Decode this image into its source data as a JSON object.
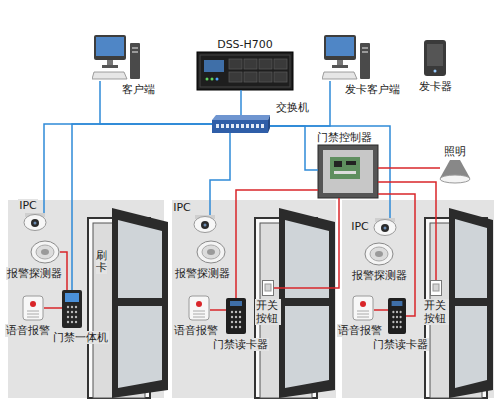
{
  "diagram": {
    "nodes": [
      {
        "text": [
          "DSS-H700"
        ]
      },
      {
        "text": [
          "客户端"
        ]
      },
      {
        "text": [
          "发卡客户端"
        ]
      },
      {
        "text": [
          "发卡器"
        ]
      },
      {
        "text": [
          "交换机"
        ]
      },
      {
        "text": [
          "门禁控制器"
        ]
      },
      {
        "text": [
          "照明"
        ]
      },
      {
        "text": [
          "IPC"
        ]
      },
      {
        "text": [
          "报警探测器"
        ]
      },
      {
        "text": [
          "门禁一体机"
        ]
      },
      {
        "text": [
          "语音报警"
        ]
      },
      {
        "text": [
          "IPC"
        ]
      },
      {
        "text": [
          "报警探测器"
        ]
      },
      {
        "text": [
          "语音报警"
        ]
      },
      {
        "text": [
          "门禁读卡器"
        ]
      },
      {
        "text": [
          "开关按钮"
        ]
      },
      {
        "text": [
          "IPC"
        ]
      },
      {
        "text": [
          "报警探测器"
        ]
      },
      {
        "text": [
          "语音报警"
        ]
      },
      {
        "text": [
          "门禁读卡器"
        ]
      },
      {
        "text": [
          "开关按钮"
        ]
      }
    ],
    "edges": [
      {
        "from": 4,
        "to": 0,
        "arrow": "none"
      },
      {
        "from": 4,
        "to": 1,
        "arrow": "none"
      },
      {
        "from": 4,
        "to": 2,
        "arrow": "none"
      },
      {
        "from": 4,
        "to": 5,
        "arrow": "none"
      },
      {
        "from": 4,
        "to": 16,
        "arrow": "none"
      },
      {
        "from": 4,
        "to": 7,
        "arrow": "none"
      },
      {
        "from": 4,
        "to": 11,
        "arrow": "none"
      },
      {
        "from": 4,
        "to": 9,
        "arrow": "none"
      },
      {
        "from": 5,
        "to": 6,
        "arrow": "none"
      },
      {
        "from": 5,
        "to": 14,
        "arrow": "none"
      },
      {
        "from": 5,
        "to": 15,
        "arrow": "none"
      },
      {
        "from": 5,
        "to": 19,
        "arrow": "none"
      },
      {
        "from": 5,
        "to": 20,
        "arrow": "none"
      },
      {
        "from": 8,
        "to": 9,
        "arrow": "none"
      },
      {
        "from": 10,
        "to": 9,
        "arrow": "none"
      },
      {
        "from": 13,
        "to": 14,
        "arrow": "none"
      },
      {
        "from": 18,
        "to": 19,
        "arrow": "none"
      }
    ],
    "labels": [
      "刷卡"
    ]
  }
}
